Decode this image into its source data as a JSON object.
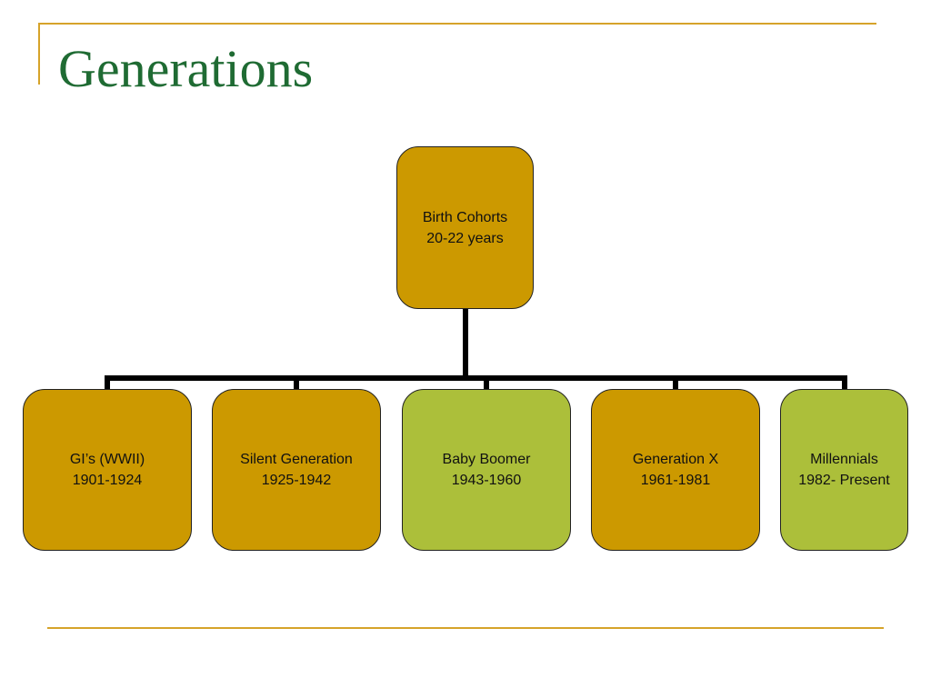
{
  "slide": {
    "title": "Generations"
  },
  "diagram": {
    "root": {
      "line1": "Birth Cohorts",
      "line2": "20-22 years",
      "color": "#cc9900"
    },
    "children": [
      {
        "line1": "GI’s (WWII)",
        "line2": "1901-1924",
        "color": "#cc9900"
      },
      {
        "line1": "Silent Generation",
        "line2": "1925-1942",
        "color": "#cc9900"
      },
      {
        "line1": "Baby Boomer",
        "line2": "1943-1960",
        "color": "#acbf3a"
      },
      {
        "line1": "Generation X",
        "line2": "1961-1981",
        "color": "#cc9900"
      },
      {
        "line1": "Millennials",
        "line2": "1982- Present",
        "color": "#acbf3a"
      }
    ]
  },
  "colors": {
    "title": "#1f6b33",
    "frame": "#d6a32a",
    "connector": "#000000"
  }
}
